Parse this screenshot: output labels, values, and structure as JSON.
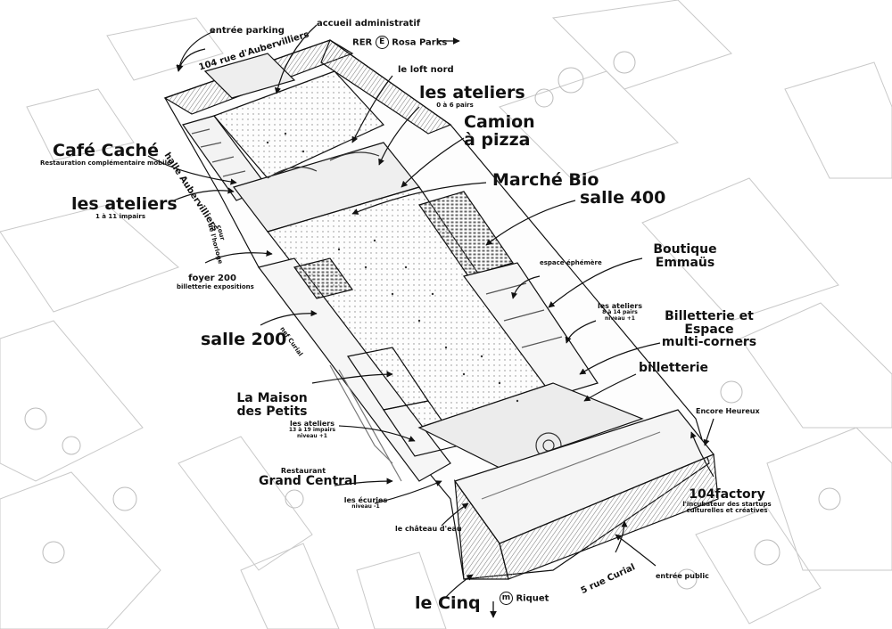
{
  "labels": {
    "entree_parking": "entrée parking",
    "accueil_administratif": "accueil administratif",
    "rue_aubervilliers": "104 rue d'Aubervilliers",
    "rer": "RER",
    "rer_line": "E",
    "rosa_parks": "Rosa Parks",
    "loft_nord": "le loft nord",
    "ateliers_0_6": "les ateliers",
    "ateliers_0_6_sub": "0 à 6 pairs",
    "camion_pizza_1": "Camion",
    "camion_pizza_2": "à pizza",
    "cafe_cache": "Café Caché",
    "cafe_cache_sub": "Restauration complémentaire mobile",
    "halle_aubervilliers": "halle Aubervilliers",
    "marche_bio": "Marché Bio",
    "ateliers_1_11": "les ateliers",
    "ateliers_1_11_sub": "1 à 11 impairs",
    "salle_400": "salle 400",
    "cour_horloge_1": "cour",
    "cour_horloge_2": "de l'horloge",
    "boutique_emmaus_1": "Boutique",
    "boutique_emmaus_2": "Emmaüs",
    "espace_ephemere": "espace éphémère",
    "foyer_200": "foyer 200",
    "foyer_200_sub": "billetterie expositions",
    "ateliers_8_14": "les ateliers",
    "ateliers_8_14_sub1": "8 à 14 pairs",
    "ateliers_8_14_sub2": "niveau +1",
    "billetterie_espace_1": "Billetterie et",
    "billetterie_espace_2": "Espace",
    "billetterie_espace_3": "multi-corners",
    "salle_200": "salle 200",
    "nef_curial": "nef Curial",
    "billetterie": "billetterie",
    "maison_petits_1": "La Maison",
    "maison_petits_2": "des Petits",
    "encore_heureux": "Encore Heureux",
    "ateliers_13_19": "les ateliers",
    "ateliers_13_19_sub1": "13 à 19 impairs",
    "ateliers_13_19_sub2": "niveau +1",
    "restaurant": "Restaurant",
    "grand_central": "Grand Central",
    "factory": "104factory",
    "factory_sub1": "l'incubateur des startups",
    "factory_sub2": "culturelles et créatives",
    "ecuries": "les écuries",
    "ecuries_sub": "niveau -1",
    "chateau_eau": "le château d'eau",
    "rue_curial": "5 rue Curial",
    "entree_public": "entrée public",
    "le_cinq": "le Cinq",
    "metro_line": "m",
    "riquet": "Riquet"
  },
  "colors": {
    "ink": "#111111",
    "line": "#555555",
    "light": "#bdbdbd",
    "roof": "#8a8a8a"
  }
}
